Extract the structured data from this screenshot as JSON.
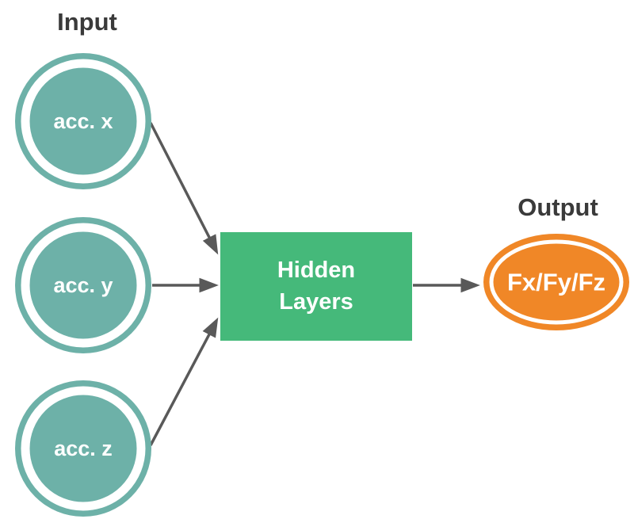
{
  "diagram": {
    "title_labels": {
      "input": "Input",
      "output": "Output"
    },
    "input_nodes": [
      {
        "label": "acc. x"
      },
      {
        "label": "acc. y"
      },
      {
        "label": "acc. z"
      }
    ],
    "hidden_box": {
      "line1": "Hidden",
      "line2": "Layers"
    },
    "output_node": {
      "label": "Fx/Fy/Fz"
    },
    "edges": [
      {
        "from": "acc. x",
        "to": "Hidden Layers"
      },
      {
        "from": "acc. y",
        "to": "Hidden Layers"
      },
      {
        "from": "acc. z",
        "to": "Hidden Layers"
      },
      {
        "from": "Hidden Layers",
        "to": "Fx/Fy/Fz"
      }
    ],
    "colors": {
      "input_node": "#6db1a8",
      "hidden_box": "#45b97a",
      "output_node": "#f08727",
      "arrow": "#595959",
      "label_text": "#3a3a3a",
      "node_text": "#ffffff"
    }
  }
}
